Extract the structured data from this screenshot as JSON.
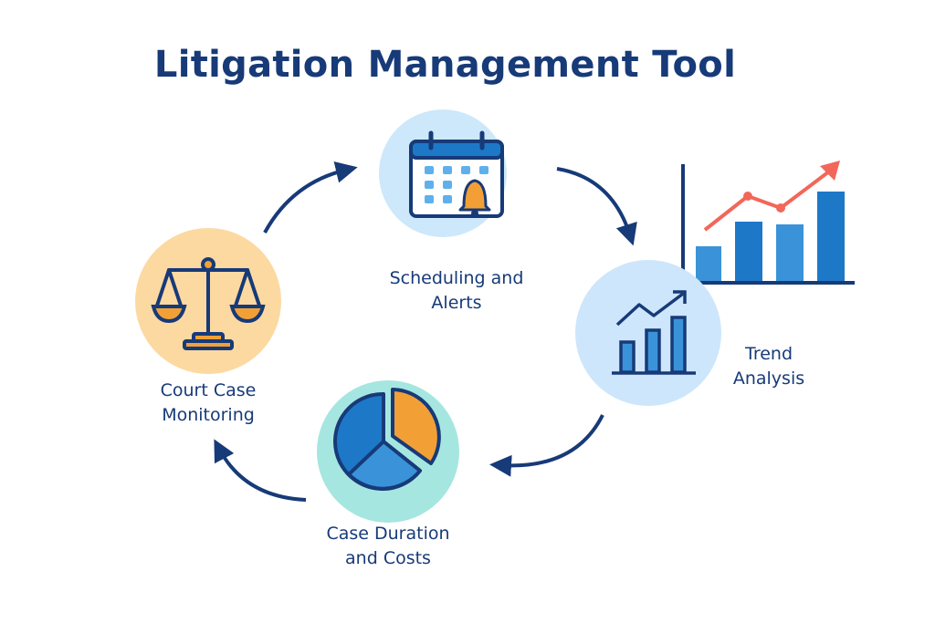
{
  "title": "Litigation Management Tool",
  "nodes": [
    {
      "id": "scheduling",
      "line1": "Scheduling and",
      "line2": "Alerts",
      "icon": "calendar-bell-icon"
    },
    {
      "id": "trend",
      "line1": "Trend",
      "line2": "Analysis",
      "icon": "trend-chart-icon"
    },
    {
      "id": "duration",
      "line1": "Case Duration",
      "line2": "and Costs",
      "icon": "pie-chart-icon"
    },
    {
      "id": "monitoring",
      "line1": "Court Case",
      "line2": "Monitoring",
      "icon": "scales-icon"
    }
  ],
  "colors": {
    "navy": "#173a78",
    "blue": "#1e78c8",
    "lightblue": "#3a93d8",
    "orange": "#f2a036",
    "red": "#f2675a",
    "peach": "#fcd9a0",
    "sky": "#cde8fa",
    "teal": "#a6e6e0"
  },
  "chart_data": {
    "type": "bar",
    "bars": [
      1,
      2.2,
      2.1,
      3.6
    ],
    "trend": [
      1.8,
      3.4,
      2.8,
      4.8
    ]
  }
}
